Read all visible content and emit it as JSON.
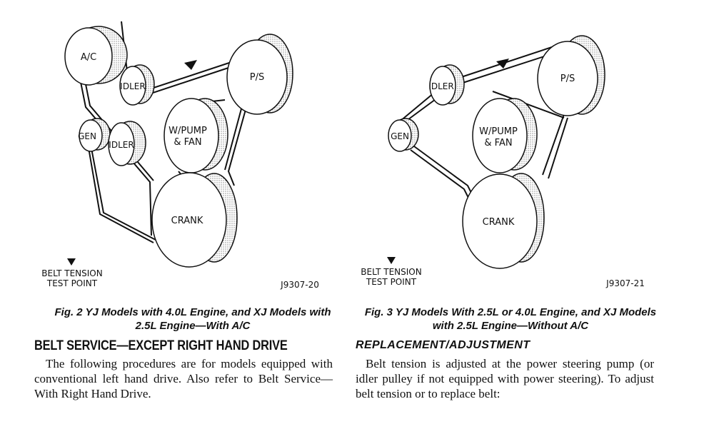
{
  "fig2": {
    "pulleys": {
      "ac": "A/C",
      "idler_top": "IDLER",
      "ps": "P/S",
      "gen": "GEN",
      "idler_low": "IDLER",
      "wpump_line1": "W/PUMP",
      "wpump_line2": "& FAN",
      "crank": "CRANK"
    },
    "test_point_line1": "BELT TENSION",
    "test_point_line2": "TEST POINT",
    "code": "J9307-20",
    "caption": "Fig. 2 YJ Models with 4.0L Engine, and XJ Models with 2.5L Engine—With A/C"
  },
  "fig3": {
    "pulleys": {
      "idler": "IDLER",
      "ps": "P/S",
      "gen": "GEN",
      "wpump_line1": "W/PUMP",
      "wpump_line2": "& FAN",
      "crank": "CRANK"
    },
    "test_point_line1": "BELT TENSION",
    "test_point_line2": "TEST POINT",
    "code": "J9307-21",
    "caption": "Fig. 3 YJ Models With 2.5L or 4.0L Engine, and XJ Models with 2.5L Engine—Without A/C"
  },
  "left_section": {
    "heading": "BELT SERVICE—EXCEPT RIGHT HAND DRIVE",
    "body": "The following procedures are for models equipped with conventional left hand drive. Also refer to Belt Service—With Right Hand Drive."
  },
  "right_section": {
    "heading": "REPLACEMENT/ADJUSTMENT",
    "body": "Belt tension is adjusted at the power steering pump (or idler pulley if not equipped with power steering). To adjust belt tension or to replace belt:"
  }
}
